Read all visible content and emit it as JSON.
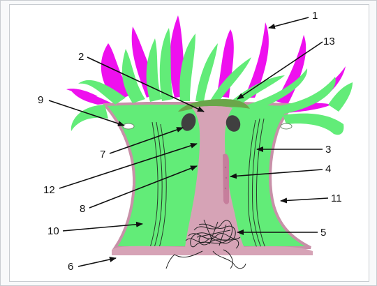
{
  "labels": {
    "l1": "1",
    "l2": "2",
    "l3": "3",
    "l4": "4",
    "l5": "5",
    "l6": "6",
    "l7": "7",
    "l8": "8",
    "l9": "9",
    "l10": "10",
    "l11": "11",
    "l12": "12",
    "l13": "13"
  },
  "colors": {
    "body": "#62ec78",
    "tentacle_green": "#62ec78",
    "tentacle_magenta": "#ee10ee",
    "pharynx": "#d6a3b6",
    "outline": "#c890a8",
    "oral_disc": "#6aa64a",
    "gonad": "#404040",
    "arrow": "#111111"
  }
}
